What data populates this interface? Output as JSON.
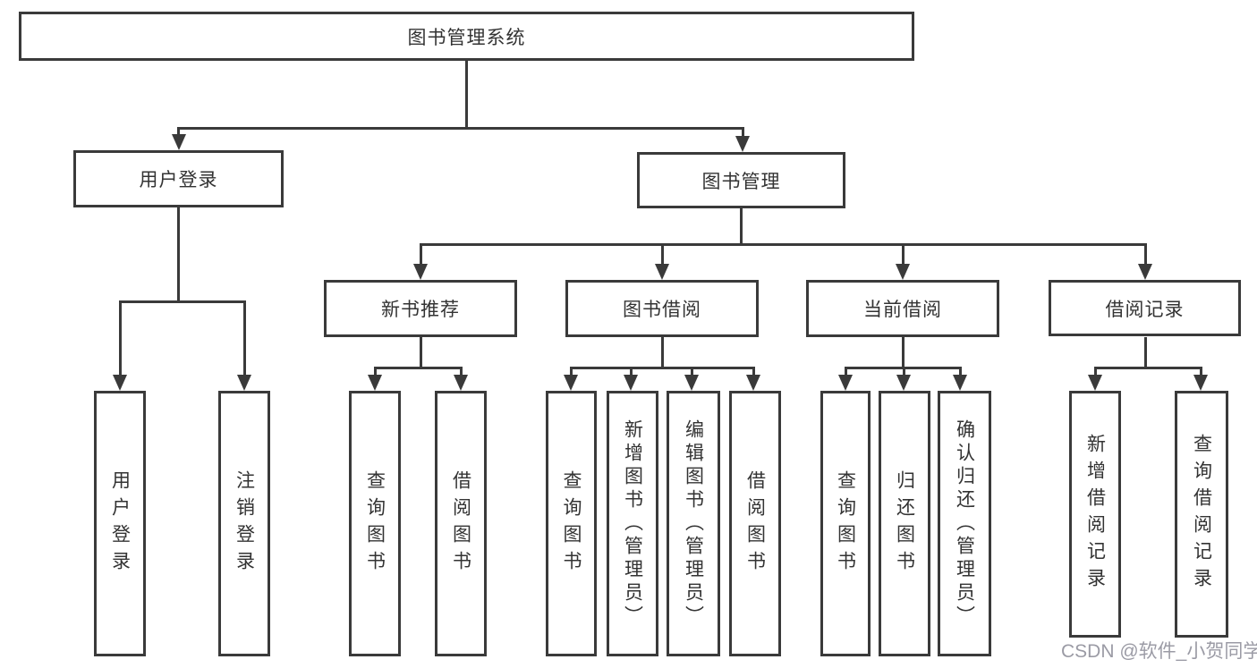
{
  "tree": {
    "label": "图书管理系统",
    "children": [
      {
        "label": "用户登录",
        "children": [
          {
            "label": "用户登录"
          },
          {
            "label": "注销登录"
          }
        ]
      },
      {
        "label": "图书管理",
        "children": [
          {
            "label": "新书推荐",
            "children": [
              {
                "label": "查询图书"
              },
              {
                "label": "借阅图书"
              }
            ]
          },
          {
            "label": "图书借阅",
            "children": [
              {
                "label": "查询图书"
              },
              {
                "label": "新增图书（管理员）"
              },
              {
                "label": "编辑图书（管理员）"
              },
              {
                "label": "借阅图书"
              }
            ]
          },
          {
            "label": "当前借阅",
            "children": [
              {
                "label": "查询图书"
              },
              {
                "label": "归还图书"
              },
              {
                "label": "确认归还（管理员）"
              }
            ]
          },
          {
            "label": "借阅记录",
            "children": [
              {
                "label": "新增借阅记录"
              },
              {
                "label": "查询借阅记录"
              }
            ]
          }
        ]
      }
    ]
  },
  "watermark": {
    "text": "CSDN @软件_小贺同学"
  },
  "colors": {
    "line": "#3a3a3a",
    "text": "#333333",
    "watermark": "#9b9ba5",
    "background": "#ffffff"
  }
}
